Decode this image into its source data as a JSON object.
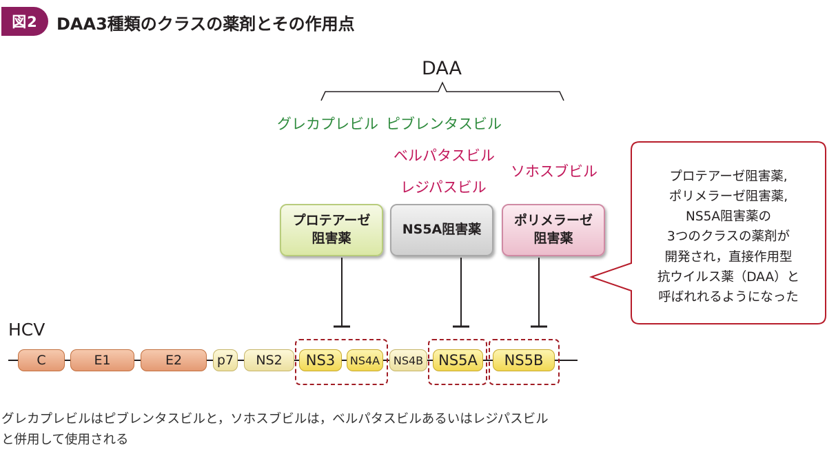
{
  "figure": {
    "badge": "図2",
    "title": "DAA3種類のクラスの薬剤とその作用点"
  },
  "daa_label": "DAA",
  "drugs": {
    "glecaprevir": "グレカプレビル",
    "pibrentasvir": "ピブレンタスビル",
    "velpatasvir": "ベルパタスビル",
    "ledipasvir": "レジパスビル",
    "sofosbuvir": "ソホスブビル"
  },
  "classes": {
    "protease": [
      "プロテアーゼ",
      "阻害薬"
    ],
    "ns5a": "NS5A阻害薬",
    "polymerase": [
      "ポリメラーゼ",
      "阻害薬"
    ]
  },
  "hcv_label": "HCV",
  "proteins": [
    "C",
    "E1",
    "E2",
    "p7",
    "NS2",
    "NS3",
    "NS4A",
    "NS4B",
    "NS5A",
    "NS5B"
  ],
  "bubble": [
    "プロテアーゼ阻害薬,",
    "ポリメラーゼ阻害薬,",
    "NS5A阻害薬の",
    "3つのクラスの薬剤が",
    "開発され，直接作用型",
    "抗ウイルス薬（DAA）と",
    "呼ばれれるようになった"
  ],
  "footnote": [
    "グレカプレビルはピブレンタスビルと，ソホスブビルは，ベルパタスビルあるいはレジパスビル",
    "と併用して使用される"
  ],
  "colors": {
    "badge": "#8c1d5e",
    "drug_green": "#2e8b3d",
    "drug_magenta": "#c2185b",
    "target_box": "#a11d25",
    "bubble_border": "#b71c2a"
  }
}
